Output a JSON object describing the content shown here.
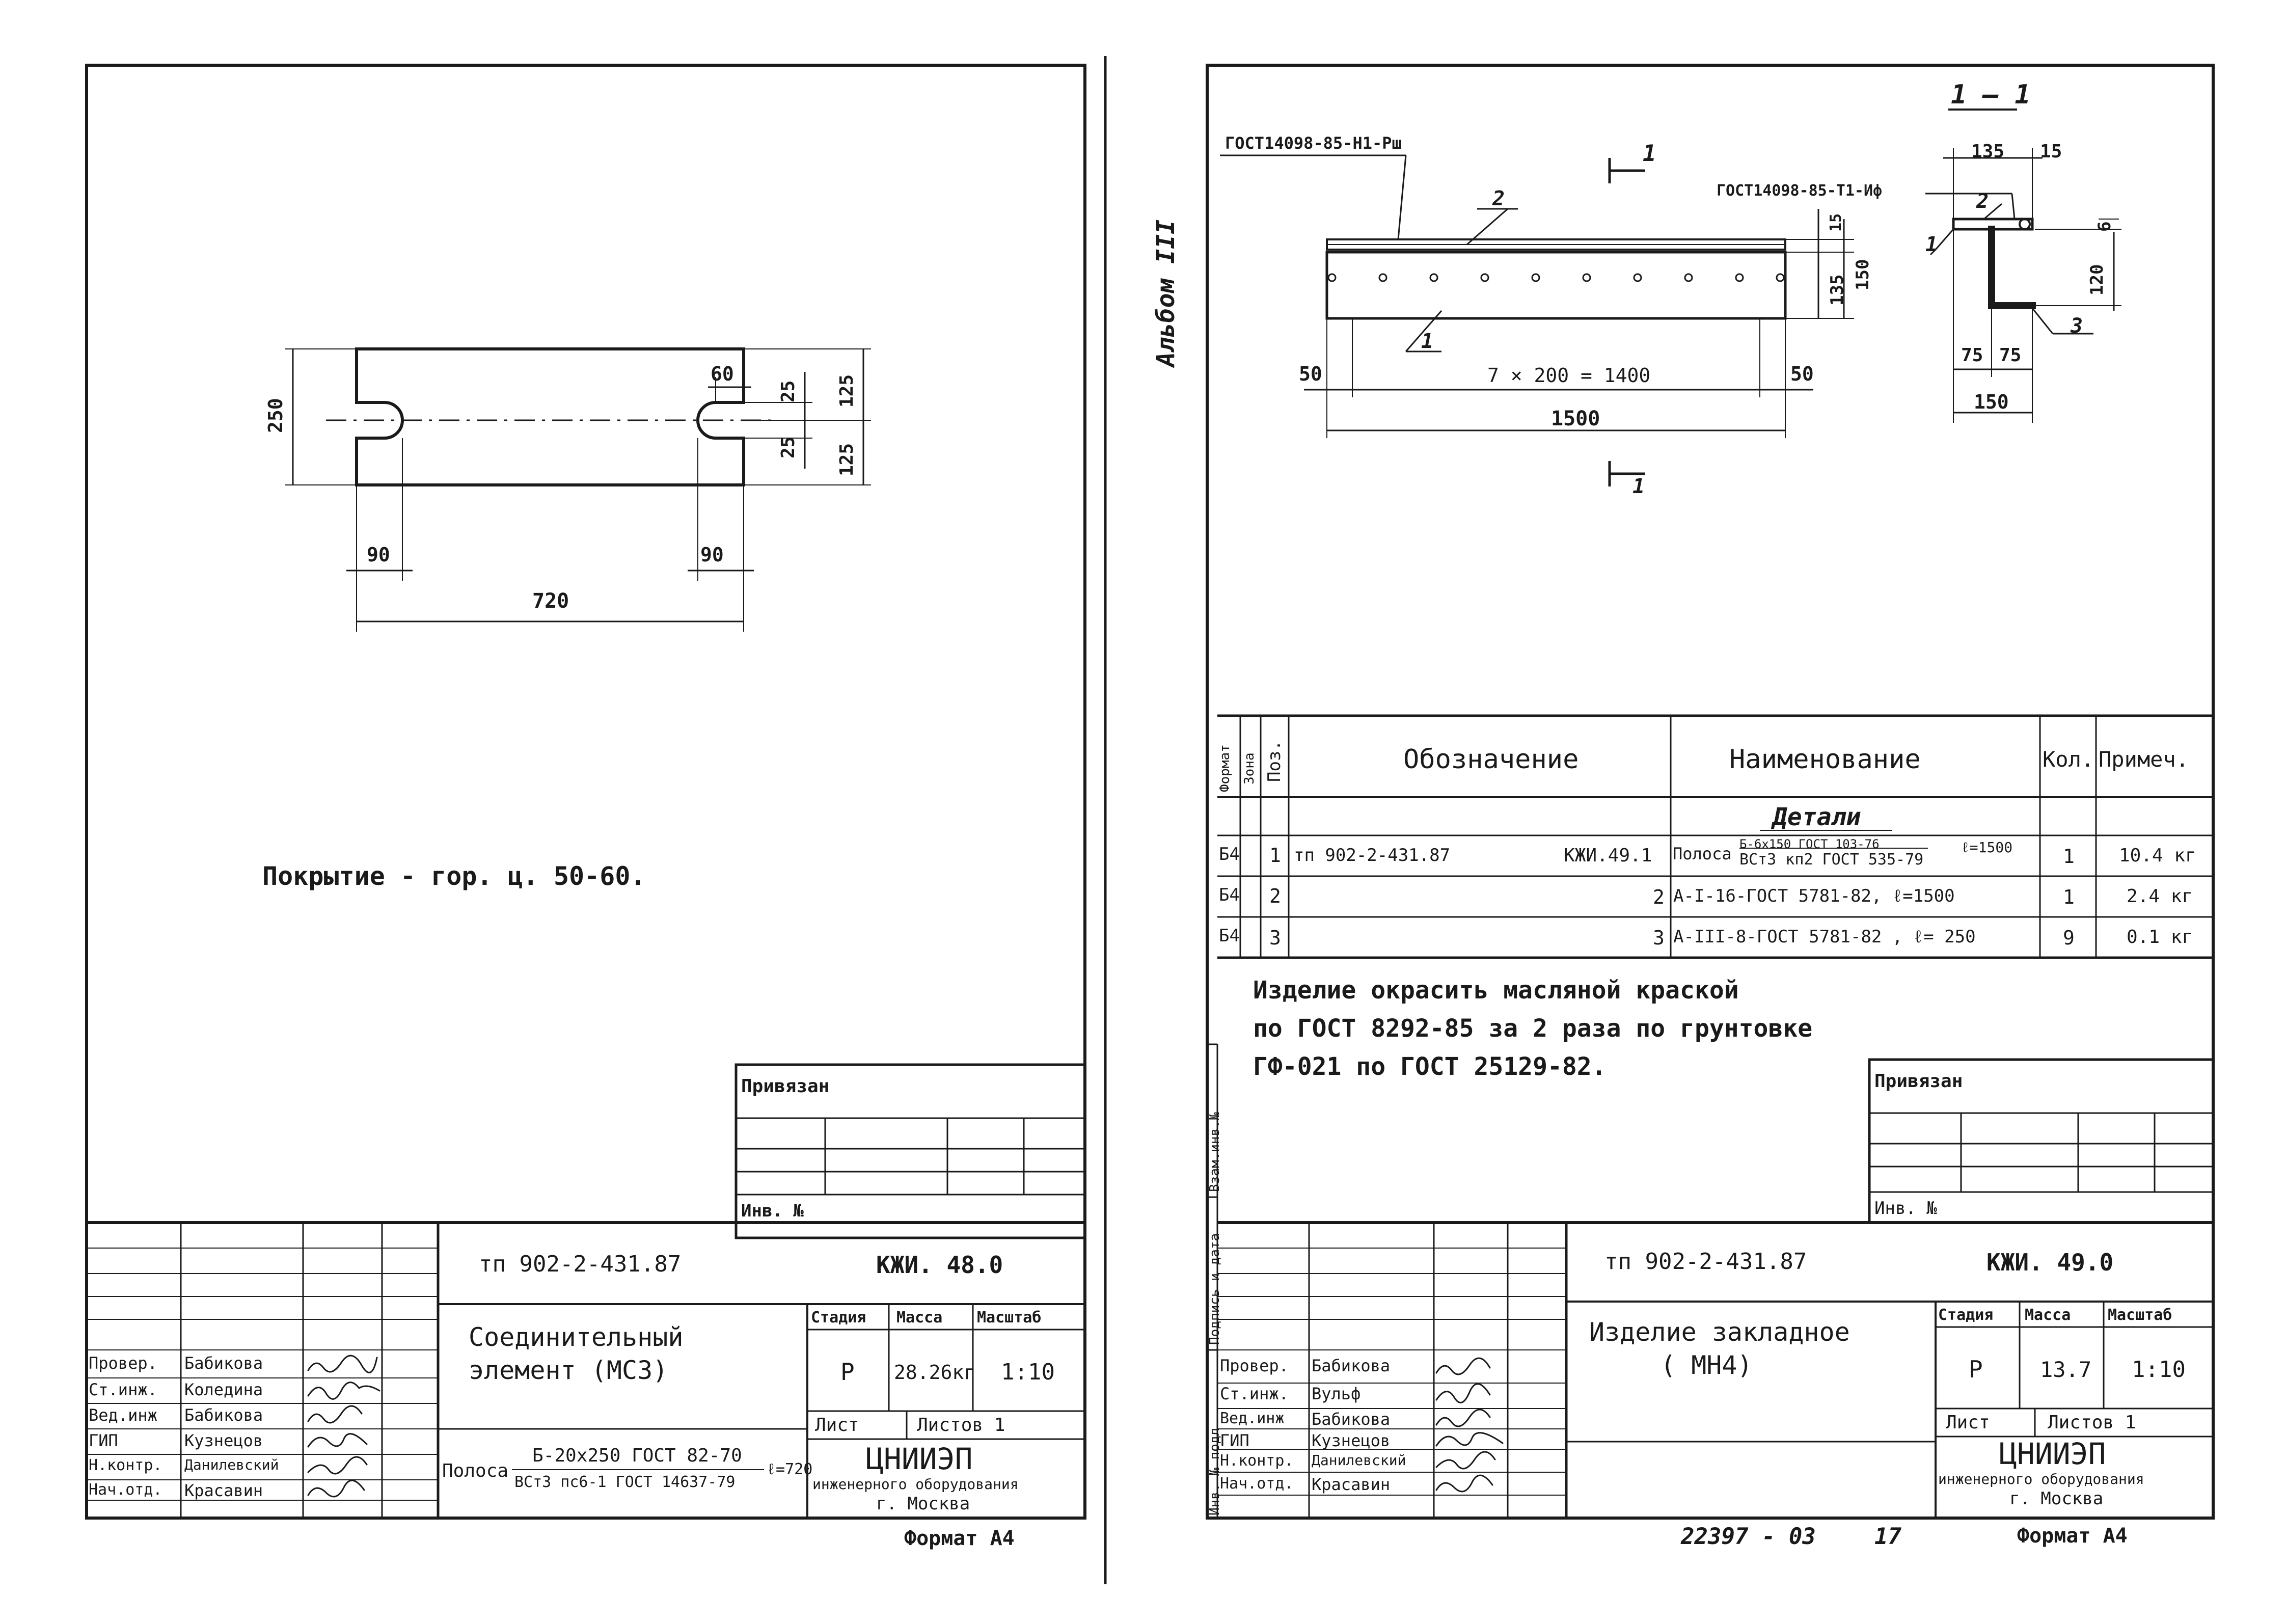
{
  "left": {
    "dims": {
      "d250": "250",
      "d60": "60",
      "d25a": "25",
      "d25b": "25",
      "d125a": "125",
      "d125b": "125",
      "d90a": "90",
      "d90b": "90",
      "d720": "720"
    },
    "coating_note": "Покрытие - гор. ц. 50-60.",
    "privyazan": "Привязан",
    "inv_no": "Инв. №",
    "title_block": {
      "doc_code": "тп 902-2-431.87",
      "sheet_code": "КЖИ. 48.0",
      "name_line1": "Соединительный",
      "name_line2": "элемент (МС3)",
      "stage_h": "Стадия",
      "mass_h": "Масса",
      "scale_h": "Масштаб",
      "stage": "Р",
      "mass": "28.26кг",
      "scale": "1:10",
      "sheet_h": "Лист",
      "sheets_h": "Листов 1",
      "material_prefix": "Полоса",
      "material_top": "Б-20х250 ГОСТ 82-70",
      "material_bot": "ВСт3 пс6-1 ГОСТ 14637-79",
      "material_len": "ℓ=720",
      "org": "ЦНИИЭП",
      "org_sub1": "инженерного оборудования",
      "org_sub2": "г. Москва",
      "roles": [
        "Провер.",
        "Ст.инж.",
        "Вед.инж",
        "ГИП",
        "Н.контр.",
        "Нач.отд."
      ],
      "names": [
        "Бабикова",
        "Коледина",
        "Бабикова",
        "Кузнецов",
        "Данилевский",
        "Красавин"
      ]
    },
    "format": "Формат А4"
  },
  "right": {
    "section_label": "1 – 1",
    "gost_left": "ГОСТ14098-85-Н1-Рш",
    "gost_right": "ГОСТ14098-85-Т1-Иф",
    "cut_label_top": "1",
    "cut_label_bot": "1",
    "album": "Альбом III",
    "dims": {
      "d50a": "50",
      "d50b": "50",
      "d7x200": "7 × 200 = 1400",
      "d1500": "1500",
      "d135top": "135",
      "d15top": "15",
      "d15side": "15",
      "d135side": "135",
      "d150side": "150",
      "d6": "6",
      "d120": "120",
      "d75a": "75",
      "d75b": "75",
      "d150bot": "150"
    },
    "pos": {
      "p1a": "1",
      "p2a": "2",
      "p1b": "1",
      "p2b": "2",
      "p3": "3"
    },
    "spec": {
      "headers": [
        "Формат",
        "Зона",
        "Поз.",
        "Обозначение",
        "Наименование",
        "Кол.",
        "Примеч."
      ],
      "section": "Детали",
      "rows": [
        {
          "fmt": "Б4",
          "pos": "1",
          "doc": "тп 902-2-431.87",
          "code": "КЖИ.49.1",
          "name_prefix": "Полоса",
          "name_top": "Б-6х150 ГОСТ 103-76",
          "name_bot": "ВСт3 кп2 ГОСТ 535-79",
          "name_len": "ℓ=1500",
          "qty": "1",
          "note": "10.4 кг"
        },
        {
          "fmt": "Б4",
          "pos": "2",
          "code": "2",
          "name": "А-I-16-ГОСТ 5781-82,  ℓ=1500",
          "qty": "1",
          "note": "2.4 кг"
        },
        {
          "fmt": "Б4",
          "pos": "3",
          "code": "3",
          "name": "А-III-8-ГОСТ 5781-82 ,  ℓ= 250",
          "qty": "9",
          "note": "0.1 кг"
        }
      ]
    },
    "paint_note": [
      "Изделие окрасить масляной краской",
      "по ГОСТ 8292-85 за 2 раза по грунтовке",
      "ГФ-021  по  ГОСТ 25129-82."
    ],
    "privyazan": "Привязан",
    "inv_no": "Инв. №",
    "side_labels": [
      "Инв. № подл",
      "Подпись и дата",
      "Взам.инв.№"
    ],
    "title_block": {
      "doc_code": "тп 902-2-431.87",
      "sheet_code": "КЖИ. 49.0",
      "name_line1": "Изделие закладное",
      "name_line2": "( МН4)",
      "stage_h": "Стадия",
      "mass_h": "Масса",
      "scale_h": "Масштаб",
      "stage": "Р",
      "mass": "13.7",
      "scale": "1:10",
      "sheet_h": "Лист",
      "sheets_h": "Листов 1",
      "org": "ЦНИИЭП",
      "org_sub1": "инженерного оборудования",
      "org_sub2": "г. Москва",
      "roles": [
        "Провер.",
        "Ст.инж.",
        "Вед.инж",
        "ГИП",
        "Н.контр.",
        "Нач.отд."
      ],
      "names": [
        "Бабикова",
        "Вульф",
        "Бабикова",
        "Кузнецов",
        "Данилевский",
        "Красавин"
      ]
    },
    "archive_no": "22397 - 03",
    "page_no": "17",
    "format": "Формат А4"
  }
}
